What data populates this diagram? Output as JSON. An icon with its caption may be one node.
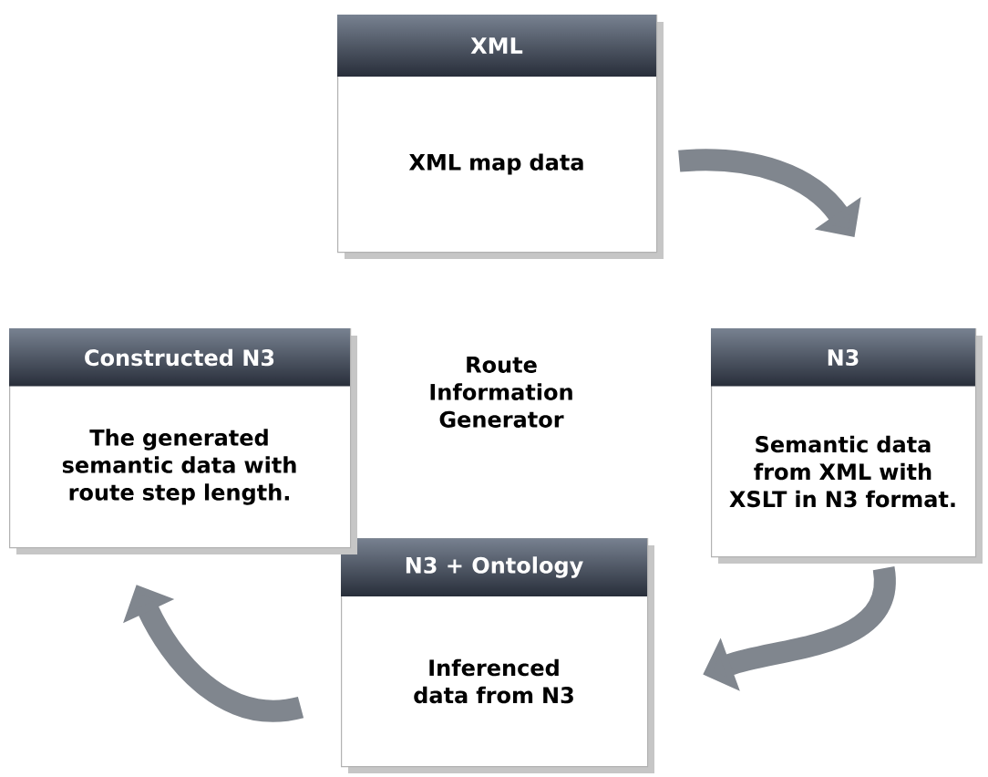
{
  "diagram": {
    "nodes": [
      {
        "text": [
          "XML",
          "XML map data"
        ]
      },
      {
        "text": [
          "N3",
          "Semantic data from XML with XSLT in N3 format."
        ]
      },
      {
        "text": [
          "N3 + Ontology",
          "Inferenced data from N3"
        ]
      },
      {
        "text": [
          "Constructed N3",
          "The generated semantic data with route step length."
        ]
      }
    ],
    "edges": [
      {
        "from": 0,
        "to": 1,
        "arrow": "to"
      },
      {
        "from": 1,
        "to": 2,
        "arrow": "to"
      },
      {
        "from": 2,
        "to": 3,
        "arrow": "to"
      }
    ],
    "labels": [
      "Route Information Generator"
    ]
  }
}
